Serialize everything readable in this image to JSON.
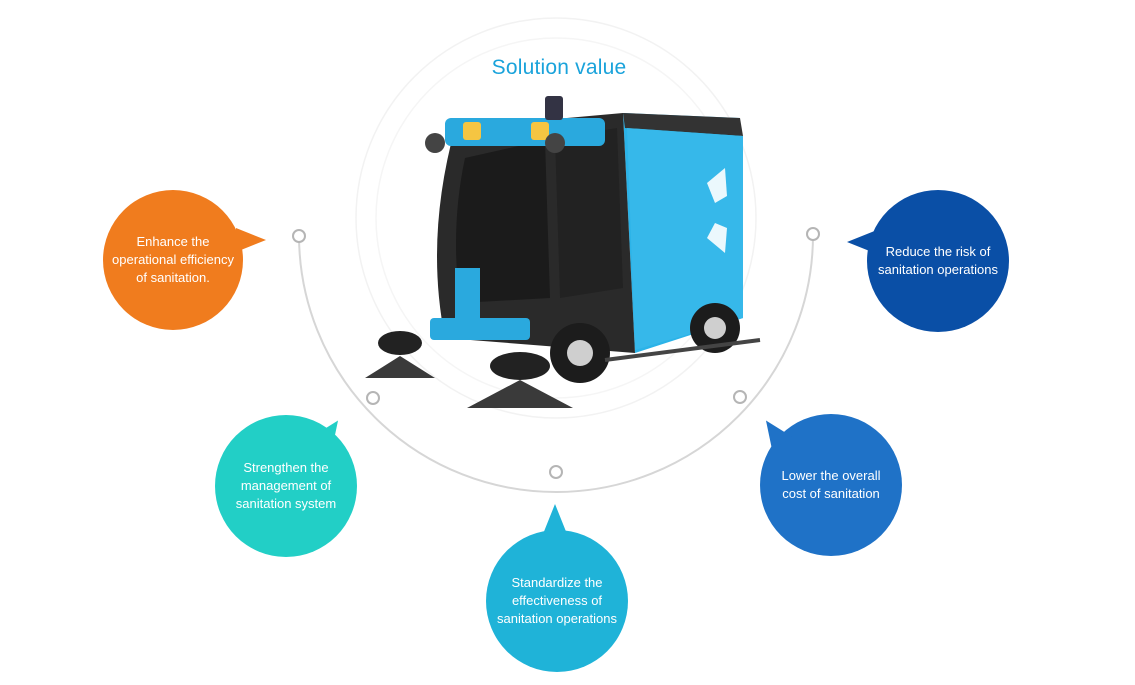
{
  "page": {
    "title": "Solution value"
  },
  "colors": {
    "title": "#1aa3db",
    "efficiency": "#f07c1e",
    "management": "#22cfc6",
    "standardize": "#1fb3d8",
    "cost": "#1f72c7",
    "risk": "#0a4fa6"
  },
  "values": [
    {
      "id": "efficiency",
      "lines": [
        "Enhance the",
        "operational efficiency",
        "of sanitation."
      ]
    },
    {
      "id": "management",
      "lines": [
        "Strengthen the",
        "management of",
        "sanitation system"
      ]
    },
    {
      "id": "standardize",
      "lines": [
        "Standardize the",
        "effectiveness of",
        "sanitation operations"
      ]
    },
    {
      "id": "cost",
      "lines": [
        "Lower the overall",
        "cost of sanitation"
      ]
    },
    {
      "id": "risk",
      "lines": [
        "Reduce the risk of",
        "sanitation operations"
      ]
    }
  ],
  "vehicle": {
    "image": "autonomous-sweeper-vehicle"
  }
}
